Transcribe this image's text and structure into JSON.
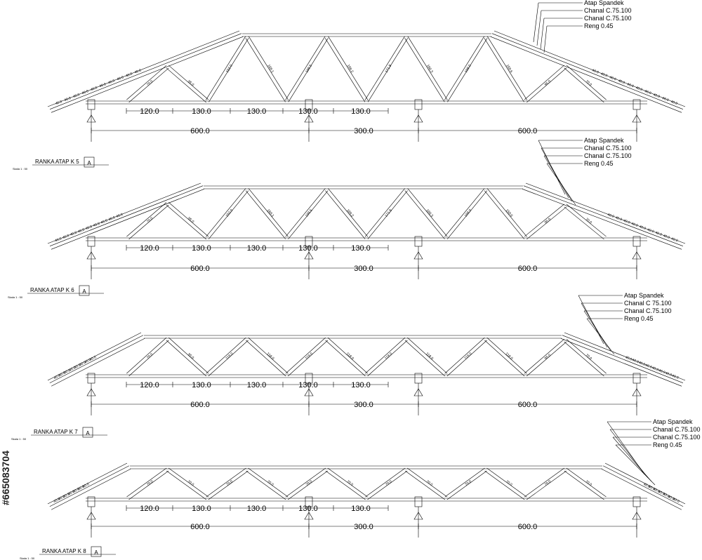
{
  "watermark": "#665083704",
  "trusses": [
    {
      "title": "RANKA ATAP K 5",
      "scale_text": "Skala   1  :  50",
      "labels": [
        "Atap Spandek",
        "Chanal C.75.100",
        "Chanal C.75.100",
        "Reng 0.45"
      ],
      "bottom_dims": [
        "120.0",
        "130.0",
        "130.0",
        "130.0",
        "130.0"
      ],
      "overall_dims": [
        "600.0",
        "300.0",
        "600.0"
      ],
      "member_labels": [
        "40.0",
        "40.0",
        "40.0",
        "40.0",
        "40.0",
        "40.0",
        "40.0",
        "40.0",
        "40.0",
        "40.0",
        "40.0",
        "40.0",
        "40.0",
        "40.0",
        "40.0",
        "40.0",
        "40.0",
        "40.0",
        "40.0",
        "40.0"
      ],
      "diag_labels": [
        "70.0",
        "95.0",
        "152.0",
        "168.1",
        "168.5",
        "168.2",
        "171.8",
        "168.3",
        "168.0",
        "158.6",
        "95.0",
        "70.0"
      ]
    },
    {
      "title": "RANKA ATAP K 6",
      "scale_text": "Skala   1  :  50",
      "labels": [
        "Atap Spandek",
        "Chanal C.75.100",
        "Chanal C.75.100",
        "Reng 0.45"
      ],
      "bottom_dims": [
        "120.0",
        "130.0",
        "130.0",
        "130.0",
        "130.0"
      ],
      "overall_dims": [
        "600.0",
        "300.0",
        "600.0"
      ],
      "member_labels": [
        "40.0",
        "40.0",
        "40.0",
        "40.0",
        "40.0",
        "40.0",
        "40.0",
        "40.0",
        "40.0",
        "40.0",
        "40.0",
        "40.0",
        "40.0",
        "40.0",
        "40.0",
        "40.0",
        "40.0",
        "40.0"
      ],
      "diag_labels": [
        "70.0",
        "95.0",
        "152.0",
        "168.1",
        "168.5",
        "168.2",
        "171.8",
        "168.3",
        "168.0",
        "158.6",
        "95.0",
        "70.0"
      ]
    },
    {
      "title": "RANKA ATAP K 7",
      "scale_text": "Skala   1  :  50",
      "labels": [
        "Atap Spandek",
        "Chanal C 75.100",
        "Chanal C.75.100",
        "Reng 0.45"
      ],
      "bottom_dims": [
        "120.0",
        "130.0",
        "130.0",
        "130.0",
        "130.0"
      ],
      "overall_dims": [
        "600.0",
        "300.0",
        "600.0"
      ],
      "member_labels": [
        "40.0",
        "40.0",
        "40.0",
        "40.0",
        "40.0",
        "40.0",
        "40.0",
        "40.0",
        "40.0",
        "40.0",
        "40.0",
        "40.0",
        "40.0",
        "40.0",
        "40.0",
        "40.0"
      ],
      "diag_labels": [
        "70.0",
        "95.0",
        "118.0",
        "118.0",
        "118.0",
        "118.0",
        "118.0",
        "118.0",
        "118.0",
        "118.0",
        "95.0",
        "70.0"
      ]
    },
    {
      "title": "RANKA ATAP K 8",
      "scale_text": "Skala   1  :  50",
      "labels": [
        "Atap Spandek",
        "Chanal C.75.100",
        "Chanal C.75.100",
        "Reng 0.45"
      ],
      "bottom_dims": [
        "120.0",
        "130.0",
        "130.0",
        "130.0",
        "130.0"
      ],
      "overall_dims": [
        "600.0",
        "300.0",
        "600.0"
      ],
      "member_labels": [
        "40.0",
        "40.0",
        "40.0",
        "40.0",
        "40.0",
        "40.0",
        "40.0",
        "40.0",
        "40.0",
        "40.0",
        "40.0",
        "40.0",
        "40.0",
        "40.0"
      ],
      "diag_labels": [
        "70.0",
        "70.0",
        "70.0",
        "70.0",
        "70.0",
        "70.0",
        "70.0",
        "70.0",
        "70.0",
        "70.0",
        "70.0",
        "70.0"
      ]
    }
  ]
}
